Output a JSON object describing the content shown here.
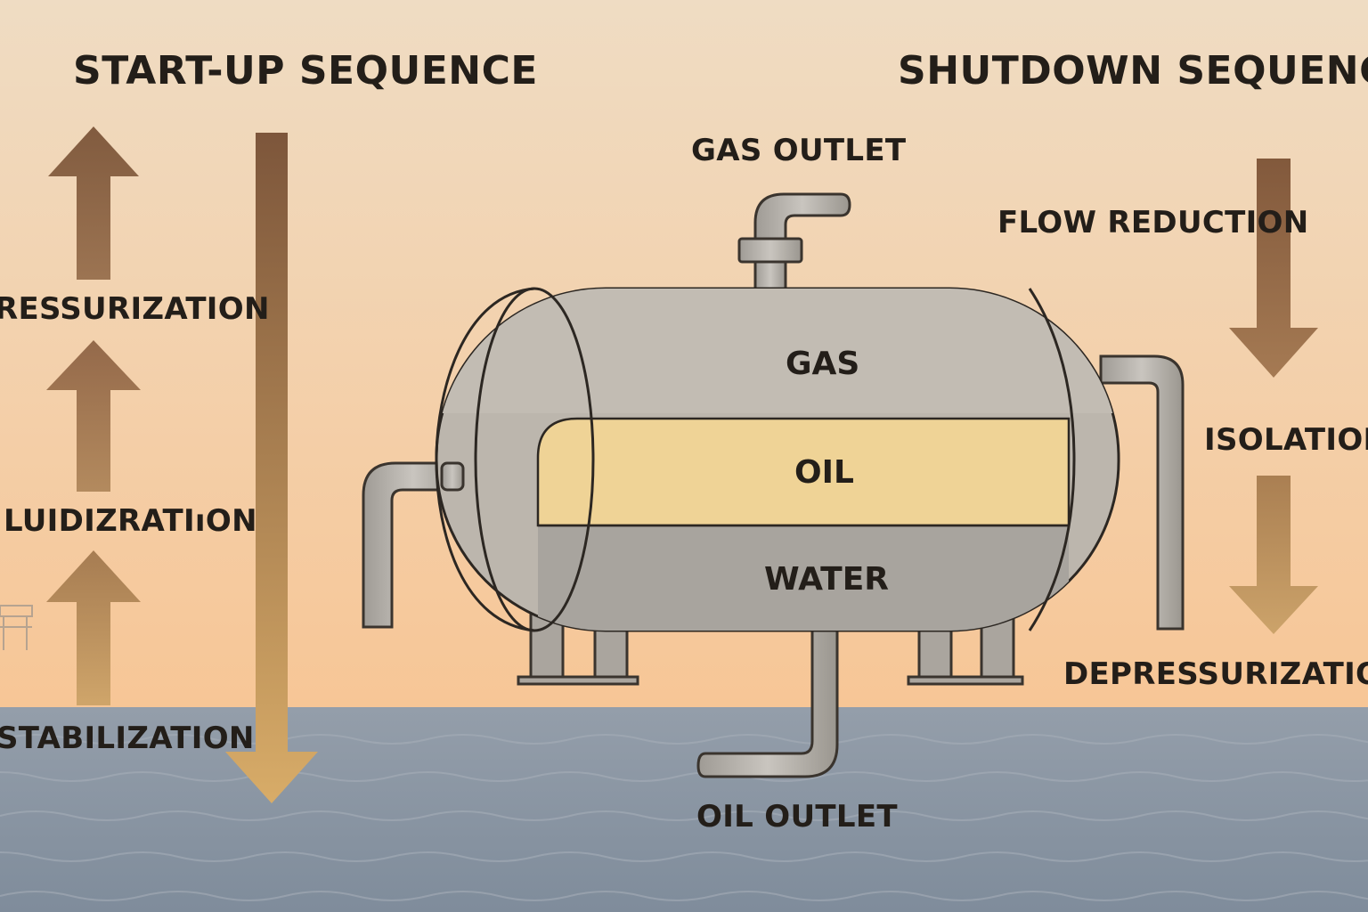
{
  "startup": {
    "title": "START-UP SEQUENCE",
    "steps": [
      "RESSURIZATION",
      "LUIDIZRATIıON",
      "STABILIZATION"
    ]
  },
  "shutdown": {
    "title": "SHUTDOWN SEQUENCE",
    "steps": [
      "FLOW REDUCTION",
      "ISOLATION",
      "DEPRESSURIZATION"
    ]
  },
  "vessel": {
    "gas_outlet": "GAS OUTLET",
    "oil_outlet": "OIL OUTLET",
    "layers": [
      "GAS",
      "OIL",
      "WATER"
    ]
  },
  "colors": {
    "sky_top": "#f0dcc2",
    "sky_bottom": "#f6c79a",
    "sea": "#8a96a4",
    "arrow_dark": "#7f5a3e",
    "arrow_light": "#d2a86a",
    "steel": "#b8b2a9",
    "oil": "#efd396",
    "water": "#a9a59f",
    "outline": "#2c2722"
  }
}
